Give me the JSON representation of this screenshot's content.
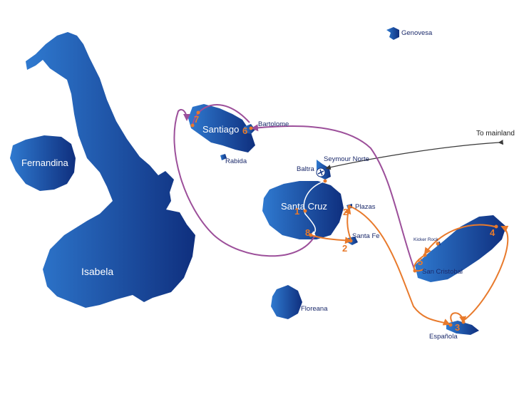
{
  "islands": {
    "isabela": "Isabela",
    "fernandina": "Fernandina",
    "santiago": "Santiago",
    "bartolome": "Bartolome",
    "rabida": "Rabida",
    "genovesa": "Genovesa",
    "seymour_norte": "Seymour Norte",
    "baltra": "Baltra",
    "santa_cruz": "Santa Cruz",
    "plazas": "Plazas",
    "santa_fe": "Santa Fe",
    "floreana": "Floreana",
    "kicker_rock": "Kicker Rock",
    "san_cristobal": "San Cristobal",
    "espanola": "Española"
  },
  "mainland_label": "To mainland",
  "stops": {
    "s1": "1",
    "s2a": "2",
    "s2b": "2",
    "s3": "3",
    "s4": "4",
    "s5": "5",
    "s6": "6",
    "s7": "7",
    "s8": "8"
  },
  "colors": {
    "island_light": "#2f7ad0",
    "island_dark": "#0f2f7e",
    "route_orange": "#e87a2c",
    "route_purple": "#9c4f9a",
    "route_dark": "#3a3a3a",
    "route_white": "#ffffff"
  }
}
